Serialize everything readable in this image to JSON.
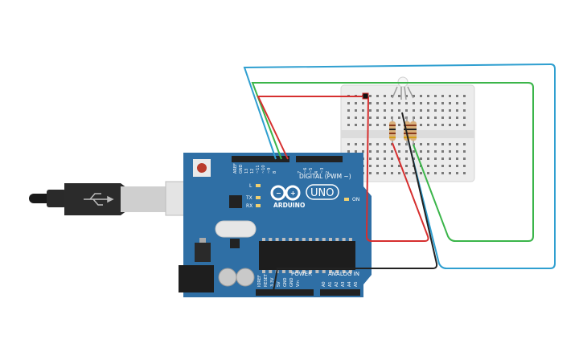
{
  "board": {
    "name": "ARDUINO",
    "model": "UNO",
    "digital_label": "DIGITAL (PWM ~)",
    "power_label": "POWER",
    "analog_label": "ANALOG IN",
    "on_label": "ON",
    "l_label": "L",
    "tx_label": "TX",
    "rx_label": "RX",
    "top_header_pins": [
      "AREF",
      "GND",
      "13",
      "12",
      "~11",
      "~10",
      "~9",
      "8",
      "7",
      "~6",
      "~5",
      "4",
      "~3",
      "2"
    ],
    "power_pins": [
      "IOREF",
      "RESET",
      "3.3V",
      "5V",
      "GND",
      "GND",
      "Vin"
    ],
    "analog_pins": [
      "A0",
      "A1",
      "A2",
      "A3",
      "A4",
      "A5"
    ]
  },
  "colors": {
    "board": "#2f6fa5",
    "board_dark": "#1f4f7d",
    "wire_red": "#d62f2f",
    "wire_green": "#3bb54a",
    "wire_blue": "#2f9fd0",
    "wire_black": "#222222",
    "breadboard": "#eeeeee"
  }
}
